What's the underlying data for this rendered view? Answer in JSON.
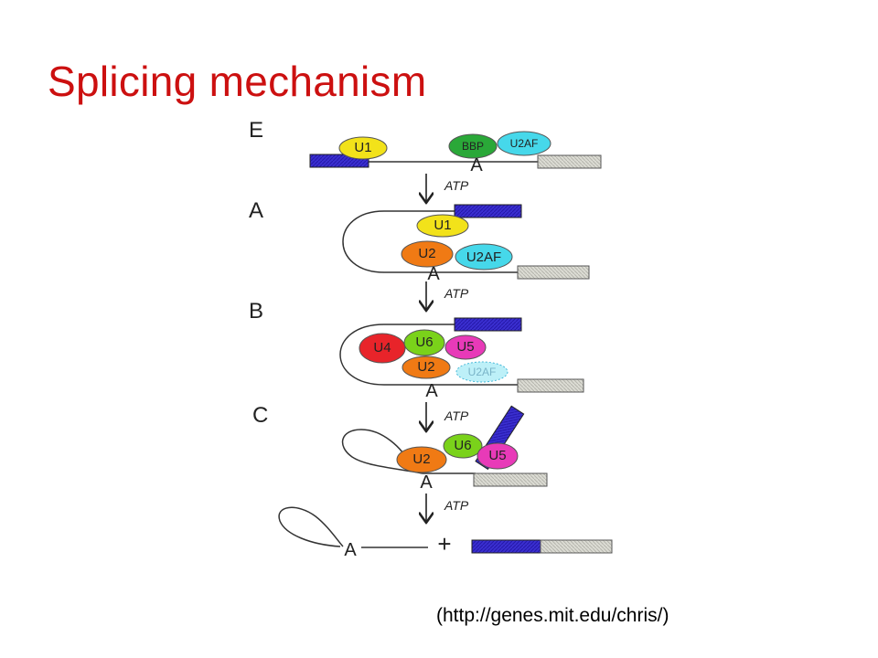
{
  "slide": {
    "title": "Splicing mechanism",
    "source": "(http://genes.mit.edu/chris/)"
  },
  "diagram": {
    "stages": [
      "E",
      "A",
      "B",
      "C"
    ],
    "arrow_label": "ATP",
    "branch_point": "A",
    "plus": "+",
    "snrnps": {
      "u1": "U1",
      "u2": "U2",
      "u4": "U4",
      "u5": "U5",
      "u6": "U6",
      "u2af": "U2AF",
      "bbp": "BBP"
    },
    "colors": {
      "title": "#cc1010",
      "exon_5": "#3a2fd0",
      "exon_3": "#d8d8d0",
      "u1": "#f2e21a",
      "u2": "#f07a14",
      "u4": "#e8242a",
      "u5": "#e83ab8",
      "u6": "#7ad21a",
      "u2af": "#46d8ea",
      "bbp": "#2aa838"
    }
  }
}
